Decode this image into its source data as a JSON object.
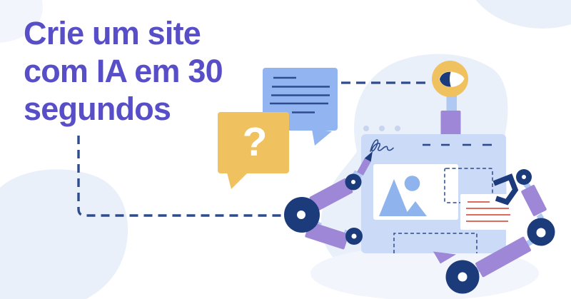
{
  "headline": {
    "text": "Crie um site com IA em 30 segundos",
    "lines": [
      "Crie um site",
      "com IA em 30",
      "segundos"
    ]
  },
  "bubbles": {
    "question": {
      "symbol": "?"
    },
    "message": {
      "line_count": 5
    }
  },
  "illustration": {
    "icons": [
      "robot-eye-icon",
      "pencil-icon",
      "claw-icon",
      "mountain-icon",
      "sun-icon",
      "logo-scribble",
      "window-dots"
    ]
  },
  "colors": {
    "headline": "#574EC8",
    "navy": "#1C3B7B",
    "navy_line": "#2D4B8D",
    "purple": "#9D87D6",
    "connector": "#B0C9F2",
    "yellow": "#EFC15F",
    "bubble_blue": "#92B4F0",
    "window": "#CBDAF6",
    "window_dot": "#C8D5EF",
    "card_red": "#E06A5C",
    "media_blue": "#8FB3ED",
    "blob": "#EAF0FA",
    "blob_light": "#F2F6FC",
    "background": "#FFFFFF"
  }
}
